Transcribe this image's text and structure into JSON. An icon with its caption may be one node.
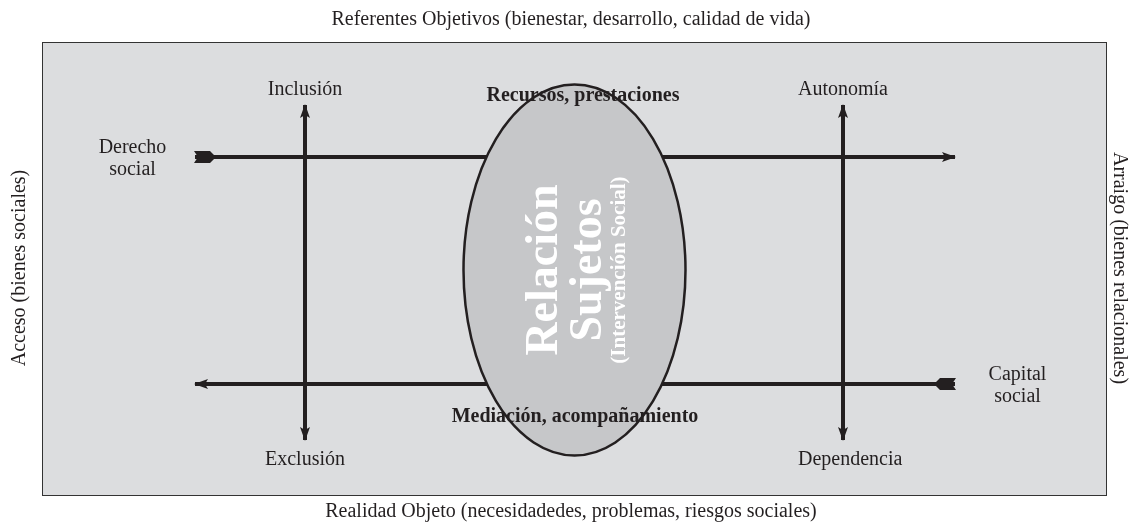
{
  "diagram": {
    "nodes": [
      {
        "text": [
          "Derecho social"
        ]
      },
      {
        "text": [
          "Inclusión"
        ]
      },
      {
        "text": [
          "Exclusión"
        ]
      },
      {
        "text": [
          "Relación Sujetos",
          "(Intervención Social)"
        ]
      },
      {
        "text": [
          "Autonomía"
        ]
      },
      {
        "text": [
          "Dependencia"
        ]
      },
      {
        "text": [
          "Capital social"
        ]
      }
    ],
    "edges": [
      {
        "from": 0,
        "to": null,
        "arrow": "to",
        "label": "Recursos, prestaciones"
      },
      {
        "from": 1,
        "to": 2,
        "arrow": "both"
      },
      {
        "from": 4,
        "to": 5,
        "arrow": "both"
      },
      {
        "from": 6,
        "to": null,
        "arrow": "to",
        "label": "Mediación, acompañamiento"
      }
    ],
    "labels": [
      "Referentes Objetivos (bienestar, desarrollo, calidad de vida)",
      "Acceso (bienes sociales)",
      "Arraigo (bienes relacionales)",
      "Realidad Objeto (necesidadedes, problemas, riesgos sociales)"
    ]
  }
}
